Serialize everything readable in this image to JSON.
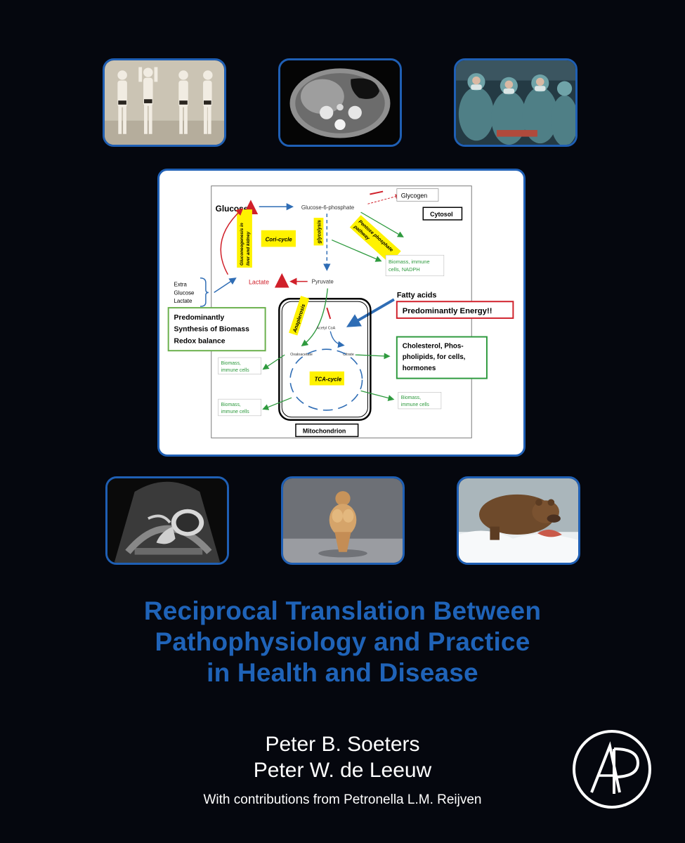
{
  "cover": {
    "title_lines": [
      "Reciprocal Translation Between",
      "Pathophysiology and Practice",
      "in Health and Disease"
    ],
    "authors": [
      "Peter B. Soeters",
      "Peter W. de Leeuw"
    ],
    "contributions": "With contributions from Petronella L.M. Reijven"
  },
  "photos": [
    {
      "icon": "standing-figures-photo-icon"
    },
    {
      "icon": "ct-scan-photo-icon"
    },
    {
      "icon": "surgeons-photo-icon"
    },
    {
      "icon": "ultrasound-fetus-photo-icon"
    },
    {
      "icon": "venus-figurine-photo-icon"
    },
    {
      "icon": "bear-catching-salmon-photo-icon"
    }
  ],
  "diagram": {
    "glucose": "Glucose",
    "glucose_6_phosphate": "Glucose-6-phosphate",
    "glycogen": "Glycogen",
    "cytosol": "Cytosol",
    "pentose_line1": "Pentose phosphate",
    "pentose_line2": "pathway",
    "gluconeogenesis_line1": "Gluconeogenesis in",
    "gluconeogenesis_line2": "liver and kidney",
    "cori_cycle": "Cori-cycle",
    "glycolysis": "glycolysis",
    "biomass_nadph_line1": "Biomass, immune",
    "biomass_nadph_line2": "cells, NADPH",
    "extra": "Extra",
    "extra_glucose": "Glucose",
    "extra_lactate": "Lactate",
    "lactate": "Lactate",
    "pyruvate": "Pyruvate",
    "fatty_acids": "Fatty acids",
    "energy": "Predominantly Energy!!",
    "biomass_box_line1": "Predominantly",
    "biomass_box_line2": "Synthesis of Biomass",
    "biomass_box_line3": "Redox balance",
    "anaplerosis": "Anaplerosis",
    "acetyl_coa": "Acetyl CoA",
    "oxaloacetate": "Oxaloacetate",
    "citrate": "Citrate",
    "tca_cycle": "TCA-cycle",
    "biomass_left1_line1": "Biomass,",
    "biomass_left1_line2": "immune cells",
    "biomass_left2_line1": "Biomass,",
    "biomass_left2_line2": "immune cells",
    "biomass_right_line1": "Biomass,",
    "biomass_right_line2": "immune cells",
    "cholesterol_line1": "Cholesterol, Phos-",
    "cholesterol_line2": "pholipids, for cells,",
    "cholesterol_line3": "hormones",
    "mitochondrion": "Mitochondrion"
  },
  "logo": {
    "icon": "ap-publisher-logo-icon"
  },
  "colors": {
    "background": "#05070e",
    "frame_blue": "#1f5fb4",
    "title_blue": "#1f63b8",
    "highlight_yellow": "#fff200",
    "arrow_red": "#d0202a",
    "arrow_green": "#2e9a3e",
    "arrow_blue": "#2f6db5"
  }
}
